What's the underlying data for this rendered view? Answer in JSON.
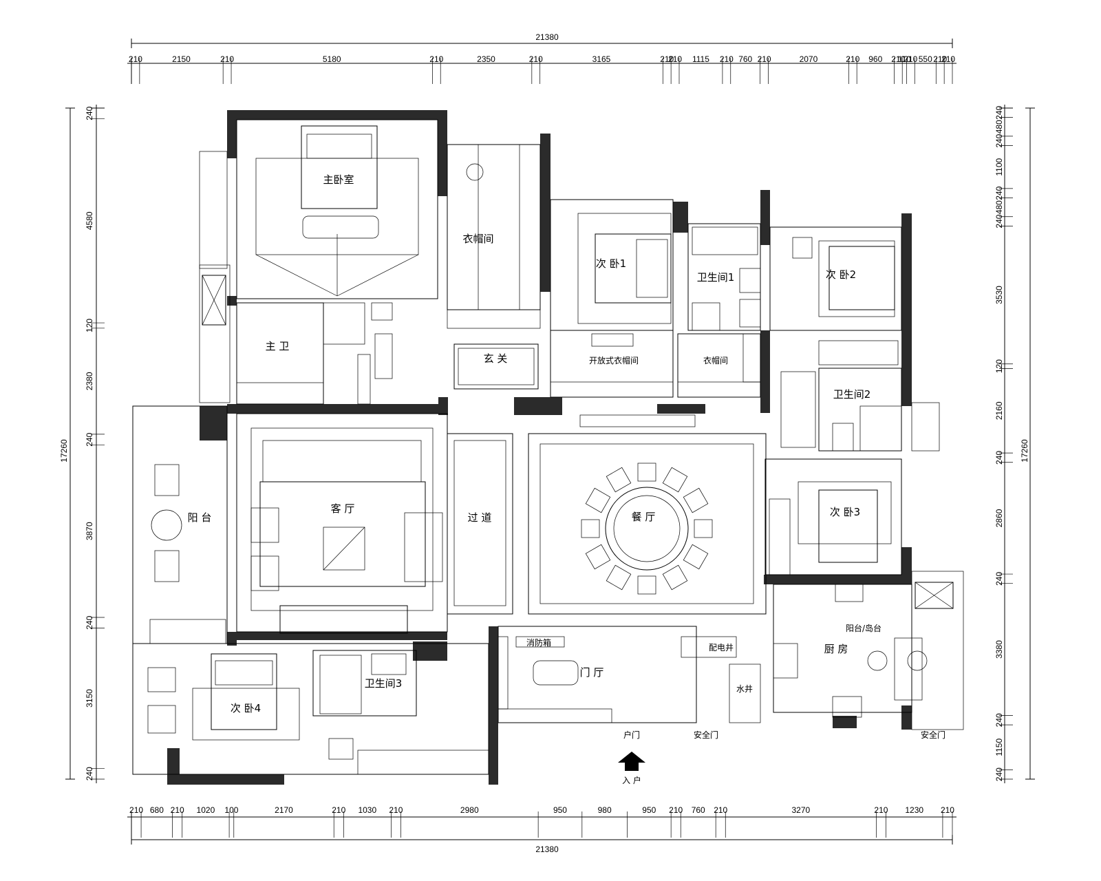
{
  "dimensions": {
    "total_width_top": "21380",
    "total_width_bottom": "21380",
    "total_height_left": "17260",
    "total_height_right": "17260",
    "top": [
      "210",
      "2150",
      "210",
      "5180",
      "210",
      "2350",
      "210",
      "3165",
      "210",
      "210",
      "1115",
      "210",
      "760",
      "210",
      "2070",
      "210",
      "960",
      "210",
      "110",
      "210",
      "550",
      "210",
      "210"
    ],
    "bottom": [
      "210",
      "680",
      "210",
      "1020",
      "100",
      "2170",
      "210",
      "1030",
      "210",
      "2980",
      "950",
      "980",
      "950",
      "210",
      "760",
      "210",
      "3270",
      "210",
      "1230",
      "210"
    ],
    "left": [
      "240",
      "4580",
      "120",
      "2380",
      "240",
      "3870",
      "240",
      "3150",
      "240"
    ],
    "right": [
      "240",
      "480",
      "240",
      "1100",
      "240",
      "480",
      "240",
      "3530",
      "120",
      "2160",
      "240",
      "2860",
      "240",
      "3380",
      "240",
      "1150",
      "240"
    ]
  },
  "rooms": {
    "master_bedroom": "主卧室",
    "closet": "衣帽间",
    "bedroom1": "次  卧1",
    "bathroom1": "卫生间1",
    "bedroom2": "次  卧2",
    "master_bath": "主  卫",
    "foyer": "玄  关",
    "open_closet": "开放式衣帽间",
    "closet2": "衣帽间",
    "bathroom2": "卫生间2",
    "balcony": "阳  台",
    "living_room": "客  厅",
    "corridor": "过  道",
    "dining_room": "餐  厅",
    "bedroom3": "次  卧3",
    "kitchen": "厨  房",
    "bedroom4": "次  卧4",
    "bathroom3": "卫生间3",
    "entrance_hall": "门  厅",
    "fire_box": "消防箱",
    "distribution_well": "配电井",
    "water_well": "水井",
    "balcony_kitchen": "阳台/岛台",
    "entrance_door": "户门",
    "safety_door_1": "安全门",
    "safety_door_2": "安全门",
    "entrance_label": "入  户"
  },
  "colors": {
    "wall": "#2b2b2b",
    "line": "#000000",
    "background": "#ffffff"
  }
}
